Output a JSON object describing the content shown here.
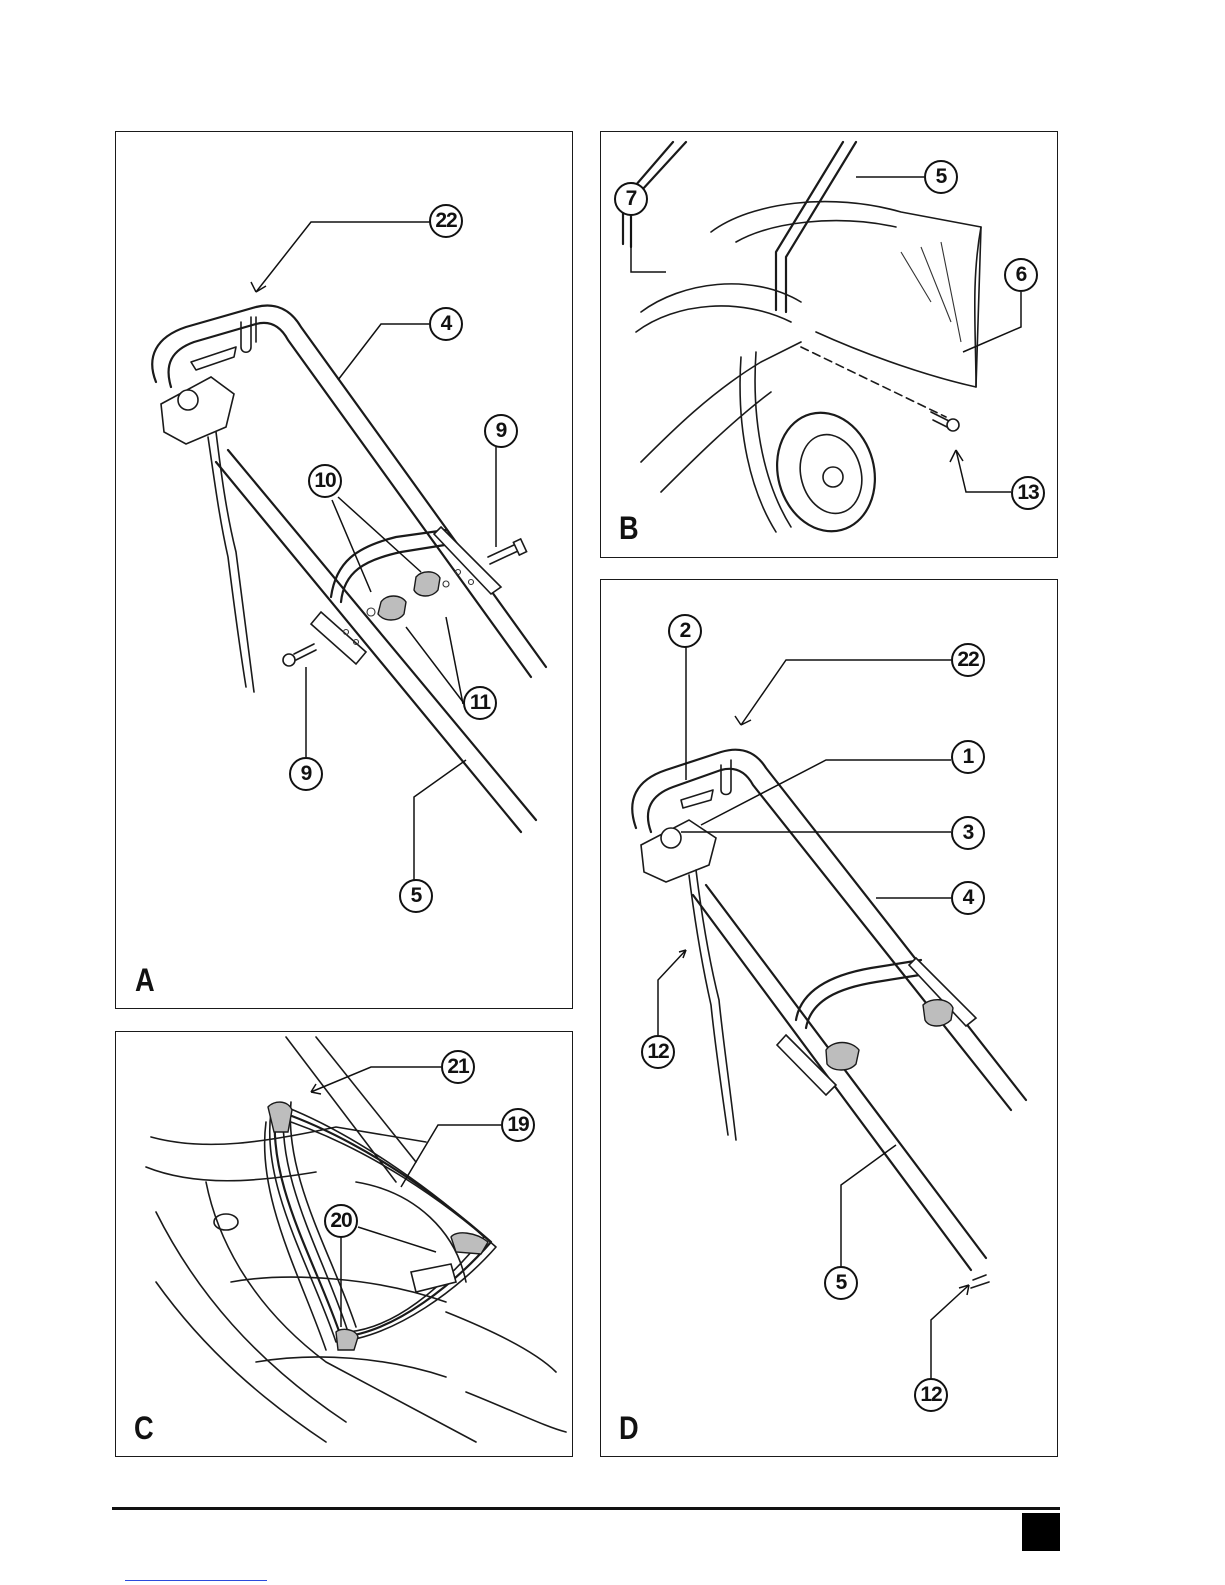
{
  "panels": {
    "A": {
      "letter": "A",
      "callouts": {
        "c22": "22",
        "c4": "4",
        "c9a": "9",
        "c10": "10",
        "c11": "11",
        "c9b": "9",
        "c5": "5"
      }
    },
    "B": {
      "letter": "B",
      "callouts": {
        "c7": "7",
        "c5": "5",
        "c6": "6",
        "c13": "13"
      }
    },
    "C": {
      "letter": "C",
      "callouts": {
        "c21": "21",
        "c19": "19",
        "c20": "20"
      }
    },
    "D": {
      "letter": "D",
      "callouts": {
        "c2": "2",
        "c22": "22",
        "c1": "1",
        "c3": "3",
        "c4": "4",
        "c12a": "12",
        "c5": "5",
        "c12b": "12"
      }
    }
  },
  "colors": {
    "line": "#1a1a1a",
    "link": "#2c4bdc"
  }
}
